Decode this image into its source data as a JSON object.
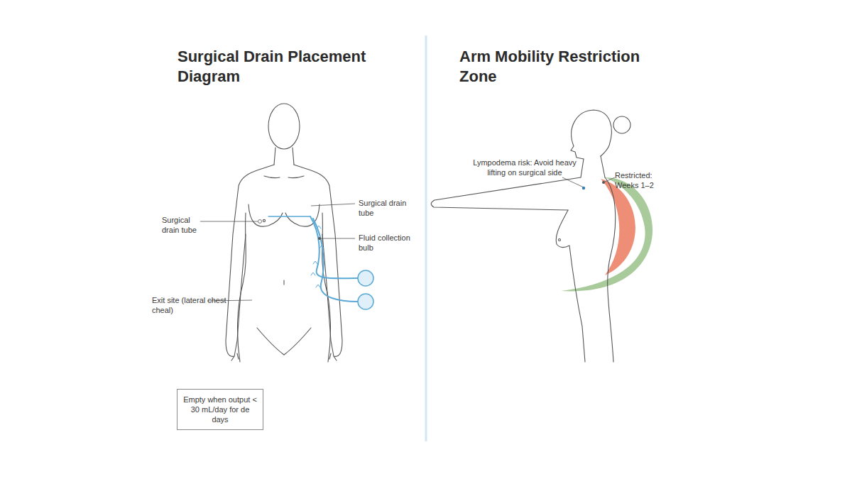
{
  "diagram": {
    "nodes": [
      {
        "text": [
          "Empty when output < 30 mL/day for de days"
        ]
      }
    ],
    "labels": [
      "Surgical Drain Placement Diagram",
      "Arm Mobility Restriction Zone",
      "Surgical drain tube",
      "Surgical drain tube",
      "Fluid collection bulb",
      "Exit site (lateral chest cheal)",
      "Lympodema risk: Avoid heavy lifting on surgical side",
      "Restricted: Weeks 1–2"
    ]
  }
}
